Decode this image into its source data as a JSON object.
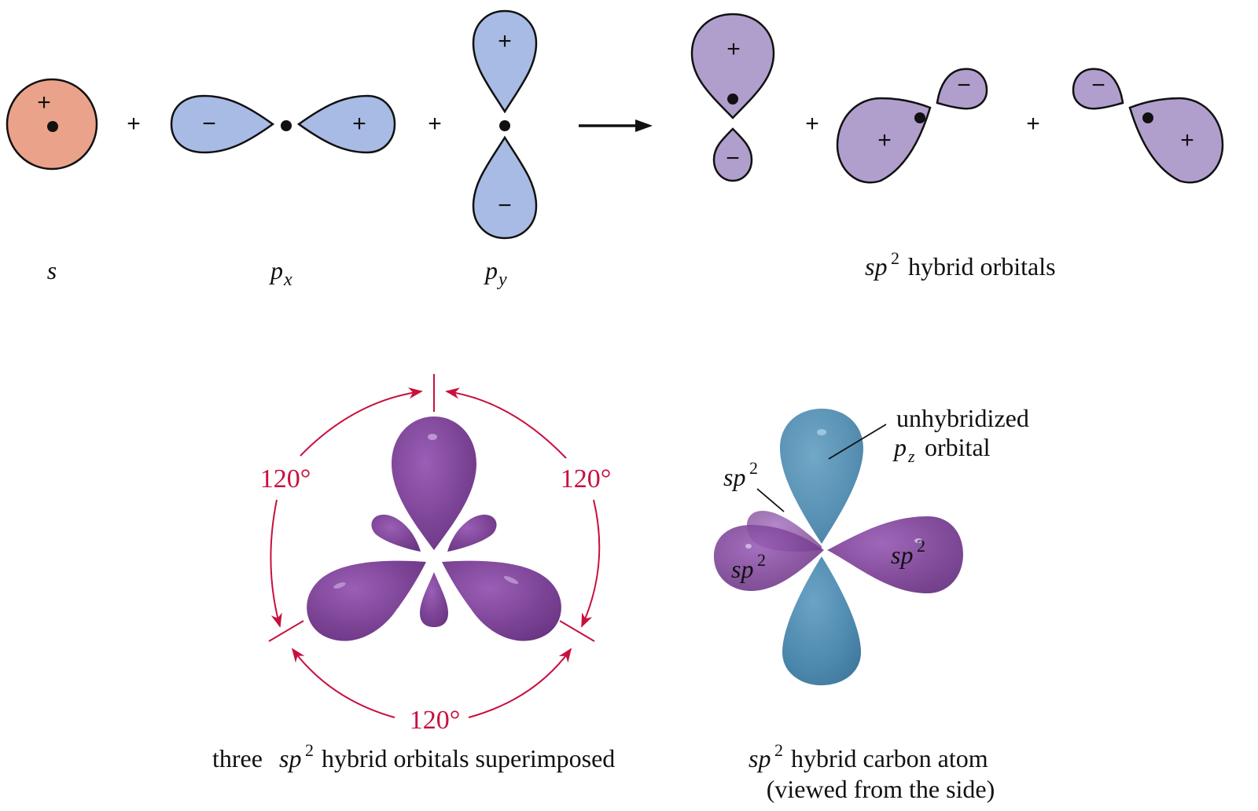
{
  "colors": {
    "s_orbital": "#eba28a",
    "p_orbital": "#a8bbe5",
    "hybrid_flat": "#b09fcd",
    "hybrid_3d": "#7d4496",
    "pz_3d": "#4f8bb0",
    "angle_marks": "#c8103e"
  },
  "equation": {
    "plus_sign": "+",
    "minus_sign": "−",
    "operators": [
      "+",
      "+",
      "+",
      "+"
    ],
    "arrow": "reaction-arrow"
  },
  "labels": {
    "s": "s",
    "px_base": "p",
    "px_sub": "x",
    "py_base": "p",
    "py_sub": "y",
    "hybrid_italic": "sp",
    "hybrid_sup": "2",
    "hybrid_rest": " hybrid orbitals"
  },
  "superimposed": {
    "angle_labels": [
      "120°",
      "120°",
      "120°"
    ],
    "caption_pre": "three ",
    "caption_italic": "sp",
    "caption_sup": "2",
    "caption_post": " hybrid orbitals superimposed"
  },
  "side_view": {
    "pz_label_line1": "unhybridized",
    "pz_label_base": "p",
    "pz_label_sub": "z",
    "pz_label_rest": " orbital",
    "sp2_italic": "sp",
    "sp2_sup": "2",
    "caption_italic": "sp",
    "caption_sup": "2",
    "caption_line1_rest": " hybrid carbon atom",
    "caption_line2": "(viewed from the side)"
  }
}
